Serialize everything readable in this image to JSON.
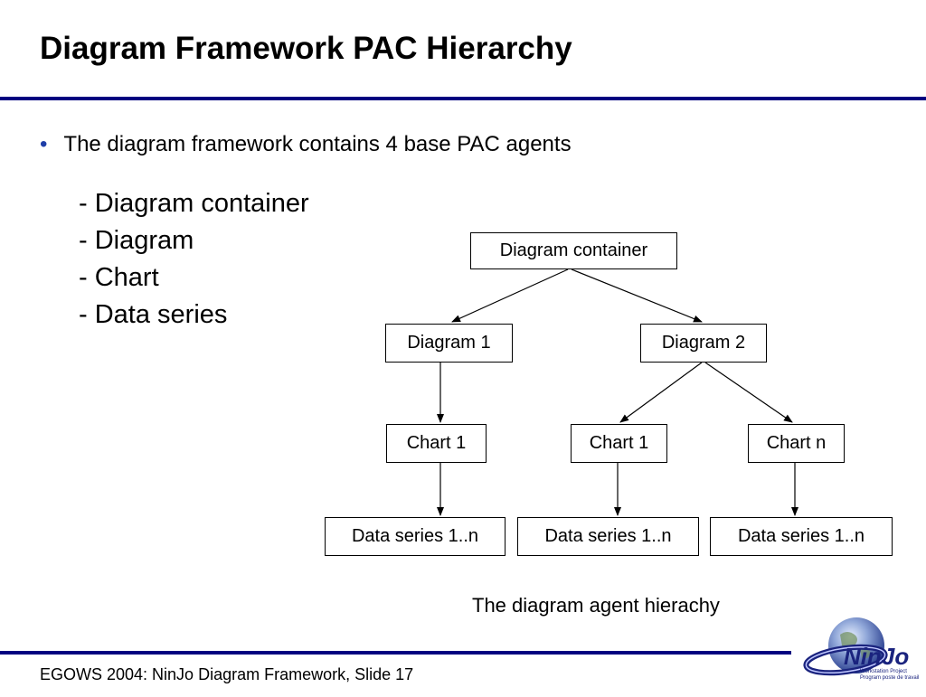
{
  "slide": {
    "title": "Diagram Framework PAC Hierarchy",
    "bullet_marker": "•",
    "bullet_text": "The diagram framework contains 4 base PAC agents",
    "sub_items": [
      "- Diagram container",
      "- Diagram",
      "- Chart",
      "- Data series"
    ]
  },
  "diagram": {
    "nodes": {
      "container": "Diagram container",
      "diagram1": "Diagram 1",
      "diagram2": "Diagram 2",
      "chart1_left": "Chart 1",
      "chart1_mid": "Chart 1",
      "chartn": "Chart n",
      "data1": "Data series 1..n",
      "data2": "Data series 1..n",
      "data3": "Data series 1..n"
    },
    "caption": "The diagram agent hierachy"
  },
  "footer": {
    "text": "EGOWS 2004: NinJo Diagram Framework, Slide 17"
  },
  "logo": {
    "name": "NinJo",
    "tagline_line1": "Workstation Project",
    "tagline_line2": "Program poste de travail"
  },
  "colors": {
    "rule": "#000080",
    "bullet": "#1f3fa8"
  }
}
